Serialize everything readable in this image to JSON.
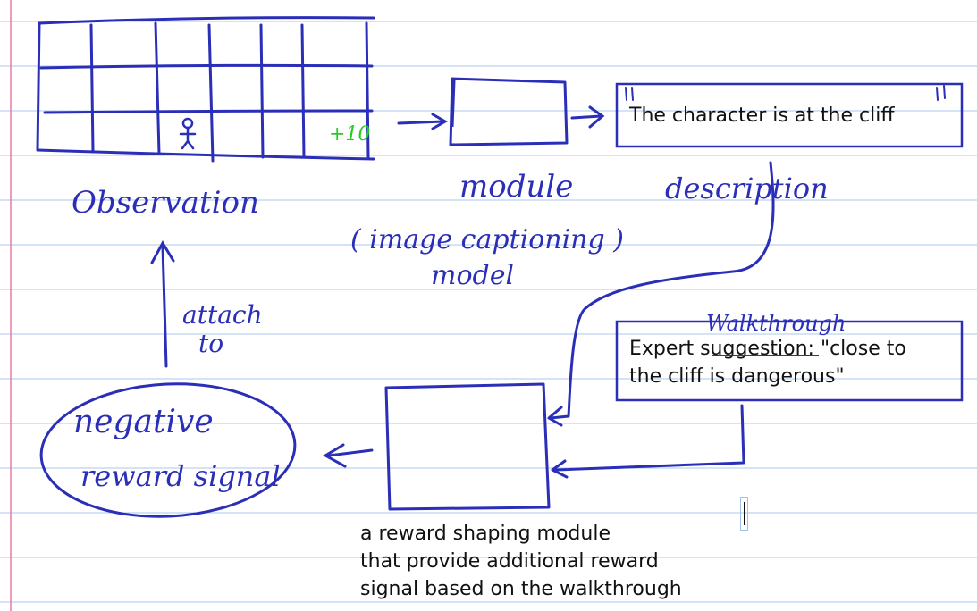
{
  "grid": {
    "reward_label": "+10"
  },
  "labels": {
    "observation": "Observation",
    "module": "module",
    "module_caption_line1": "( image captioning )",
    "module_caption_line2": "model",
    "description": "description",
    "walkthrough": "Walkthrough",
    "attach_to_line1": "attach",
    "attach_to_line2": "to",
    "negative_reward_line1": "negative",
    "negative_reward_line2": "reward signal"
  },
  "boxes": {
    "caption_text": "The character is at the cliff",
    "expert_line1": "Expert suggestion: \"close to",
    "expert_line2": "the cliff is dangerous\""
  },
  "footer": {
    "line1": "a reward shaping module",
    "line2": "that provide additional reward",
    "line3": "signal based on the walkthrough"
  },
  "colors": {
    "ink": "#2b2fb8",
    "green": "#22cc22",
    "rule": "#9fc3e8",
    "margin": "#e87aa8"
  }
}
